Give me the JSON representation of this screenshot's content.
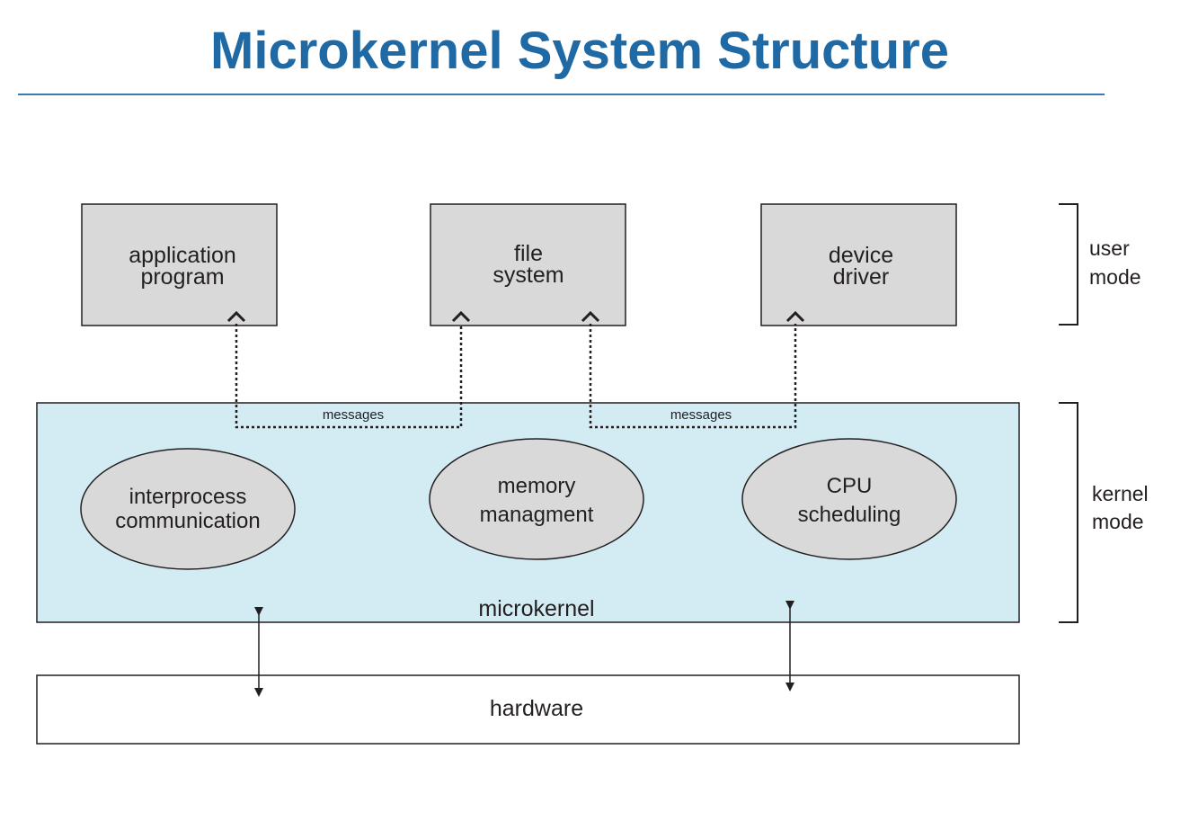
{
  "title": "Microkernel System Structure",
  "colors": {
    "title": "#1f6aa5",
    "rule": "#3d7ab0",
    "user_box_fill": "#d9d9d9",
    "kernel_fill": "#d3ecf4",
    "oval_fill": "#d9d9d9",
    "hardware_fill": "#ffffff",
    "line": "#231f20"
  },
  "user_components": [
    {
      "line1": "application",
      "line2": "program"
    },
    {
      "line1": "file",
      "line2": "system"
    },
    {
      "line1": "device",
      "line2": "driver"
    }
  ],
  "kernel_components": [
    {
      "line1": "interprocess",
      "line2": "communication"
    },
    {
      "line1": "memory",
      "line2": "managment"
    },
    {
      "line1": "CPU",
      "line2": "scheduling"
    }
  ],
  "messages": [
    "messages",
    "messages"
  ],
  "microkernel_label": "microkernel",
  "hardware_label": "hardware",
  "user_mode": {
    "line1": "user",
    "line2": "mode"
  },
  "kernel_mode": {
    "line1": "kernel",
    "line2": "mode"
  }
}
